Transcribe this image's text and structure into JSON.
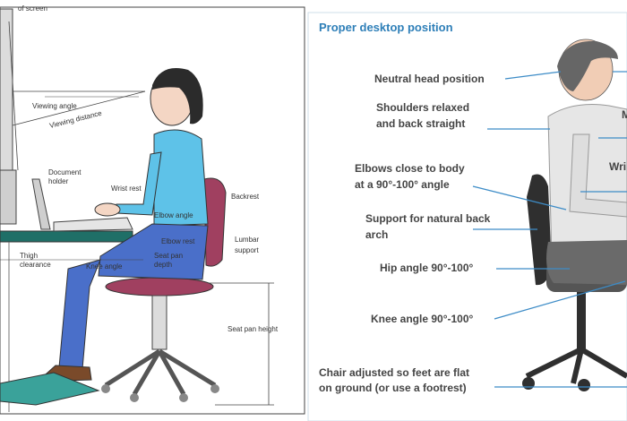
{
  "colors": {
    "left_line": "#444444",
    "shirt": "#5ec2e8",
    "pants": "#4a6fc9",
    "chair": "#a04060",
    "footrest": "#3aa29a",
    "right_title": "#2e7fb8",
    "right_leader": "#3d8cc7",
    "right_chair": "#2f2f2f",
    "right_shirt": "#e6e6e6"
  },
  "left_diagram": {
    "labels": {
      "top_of_screen": "of screen",
      "viewing_angle": "Viewing angle",
      "viewing_distance": "Viewing distance",
      "document_holder_1": "Document",
      "document_holder_2": "holder",
      "wrist_rest": "Wrist rest",
      "elbow_angle": "Elbow angle",
      "backrest": "Backrest",
      "elbow_rest": "Elbow rest",
      "lumbar_support_1": "Lumbar",
      "lumbar_support_2": "support",
      "thigh_clearance_1": "Thigh",
      "thigh_clearance_2": "clearance",
      "knee_angle": "Knee angle",
      "seat_pan_depth_1": "Seat pan",
      "seat_pan_depth_2": "depth",
      "seat_pan_height": "Seat pan height"
    }
  },
  "right_diagram": {
    "title": "Proper desktop position",
    "labels": {
      "neutral_head_1": "Neutral head position",
      "shoulders_1": "Shoulders relaxed",
      "shoulders_2": "and back straight",
      "elbows_1": "Elbows close to body",
      "elbows_2": "at a 90°-100° angle",
      "back_support_1": "Support for natural back",
      "back_support_2": "arch",
      "hip_angle": "Hip angle 90°-100°",
      "knee_angle": "Knee angle 90°-100°",
      "chair_1": "Chair adjusted so feet are flat",
      "chair_2": "on ground (or use a footrest)",
      "cut_m": "M",
      "cut_wri": "Wri"
    }
  }
}
